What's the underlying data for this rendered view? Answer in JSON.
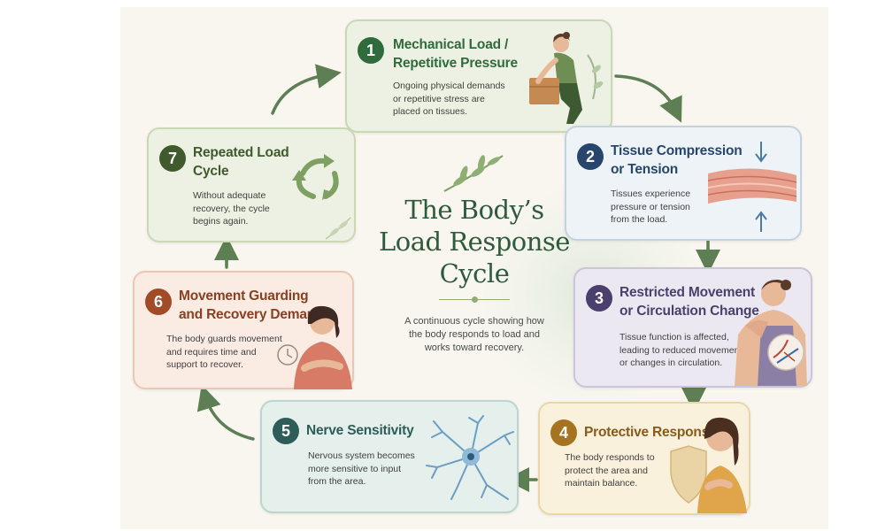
{
  "title": {
    "lines": [
      "The Body’s",
      "Load Response",
      "Cycle"
    ],
    "subtitle": [
      "A continuous cycle showing how",
      "the body responds to load and",
      "works toward recovery."
    ]
  },
  "steps": [
    {
      "number": "1",
      "title": [
        "Mechanical Load /",
        "Repetitive Pressure"
      ],
      "body": [
        "Ongoing physical demands",
        "or repetitive stress are",
        "placed on tissues."
      ],
      "color": "#2f6b3c"
    },
    {
      "number": "2",
      "title": [
        "Tissue Compression",
        "or Tension"
      ],
      "body": [
        "Tissues experience",
        "pressure or tension",
        "from the load."
      ],
      "color": "#26466d"
    },
    {
      "number": "3",
      "title": [
        "Restricted Movement",
        "or Circulation Change"
      ],
      "body": [
        "Tissue function is affected,",
        "leading to reduced movement",
        "or changes in circulation."
      ],
      "color": "#4b3f6e"
    },
    {
      "number": "4",
      "title": [
        "Protective Response"
      ],
      "body": [
        "The body responds to",
        "protect the area and",
        "maintain balance."
      ],
      "color": "#8a5a1a"
    },
    {
      "number": "5",
      "title": [
        "Nerve Sensitivity"
      ],
      "body": [
        "Nervous system becomes",
        "more sensitive to input",
        "from the area."
      ],
      "color": "#2d5c5a"
    },
    {
      "number": "6",
      "title": [
        "Movement Guarding",
        "and Recovery Demand"
      ],
      "body": [
        "The body guards movement",
        "and requires time and",
        "support to recover."
      ],
      "color": "#8a3f22"
    },
    {
      "number": "7",
      "title": [
        "Repeated Load",
        "Cycle"
      ],
      "body": [
        "Without adequate",
        "recovery, the cycle",
        "begins again."
      ],
      "color": "#3f5a2c"
    }
  ],
  "colors": {
    "arrow": "#5e7f54",
    "title": "#2f5a3c"
  }
}
